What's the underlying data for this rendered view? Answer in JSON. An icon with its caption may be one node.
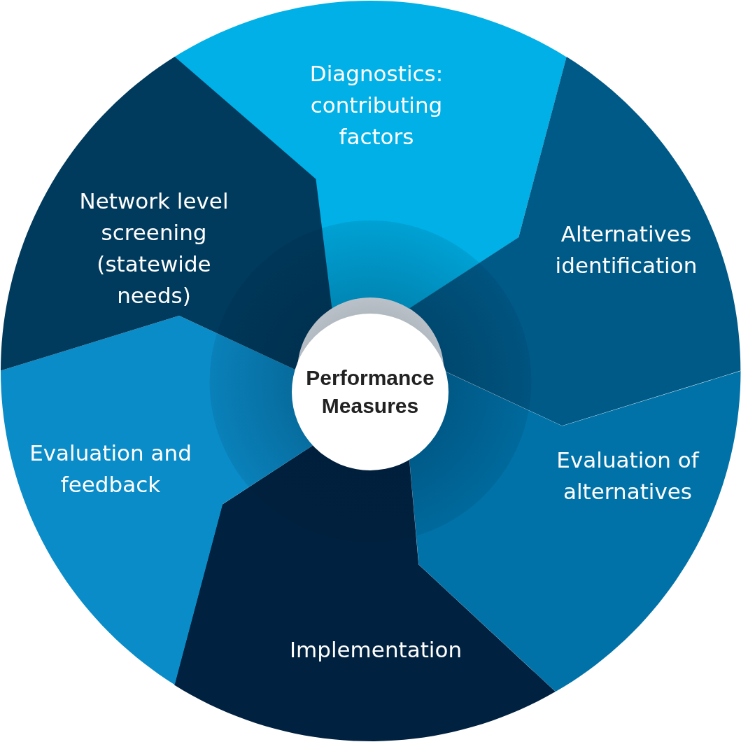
{
  "diagram": {
    "nodes": [
      {
        "text": [
          "Performance Measures"
        ]
      },
      {
        "text": [
          "Diagnostics: contributing factors"
        ]
      },
      {
        "text": [
          "Alternatives identification"
        ]
      },
      {
        "text": [
          "Evaluation of alternatives"
        ]
      },
      {
        "text": [
          "Implementation"
        ]
      },
      {
        "text": [
          "Evaluation and feedback"
        ]
      },
      {
        "text": [
          "Network level screening (statewide needs)"
        ]
      }
    ]
  }
}
